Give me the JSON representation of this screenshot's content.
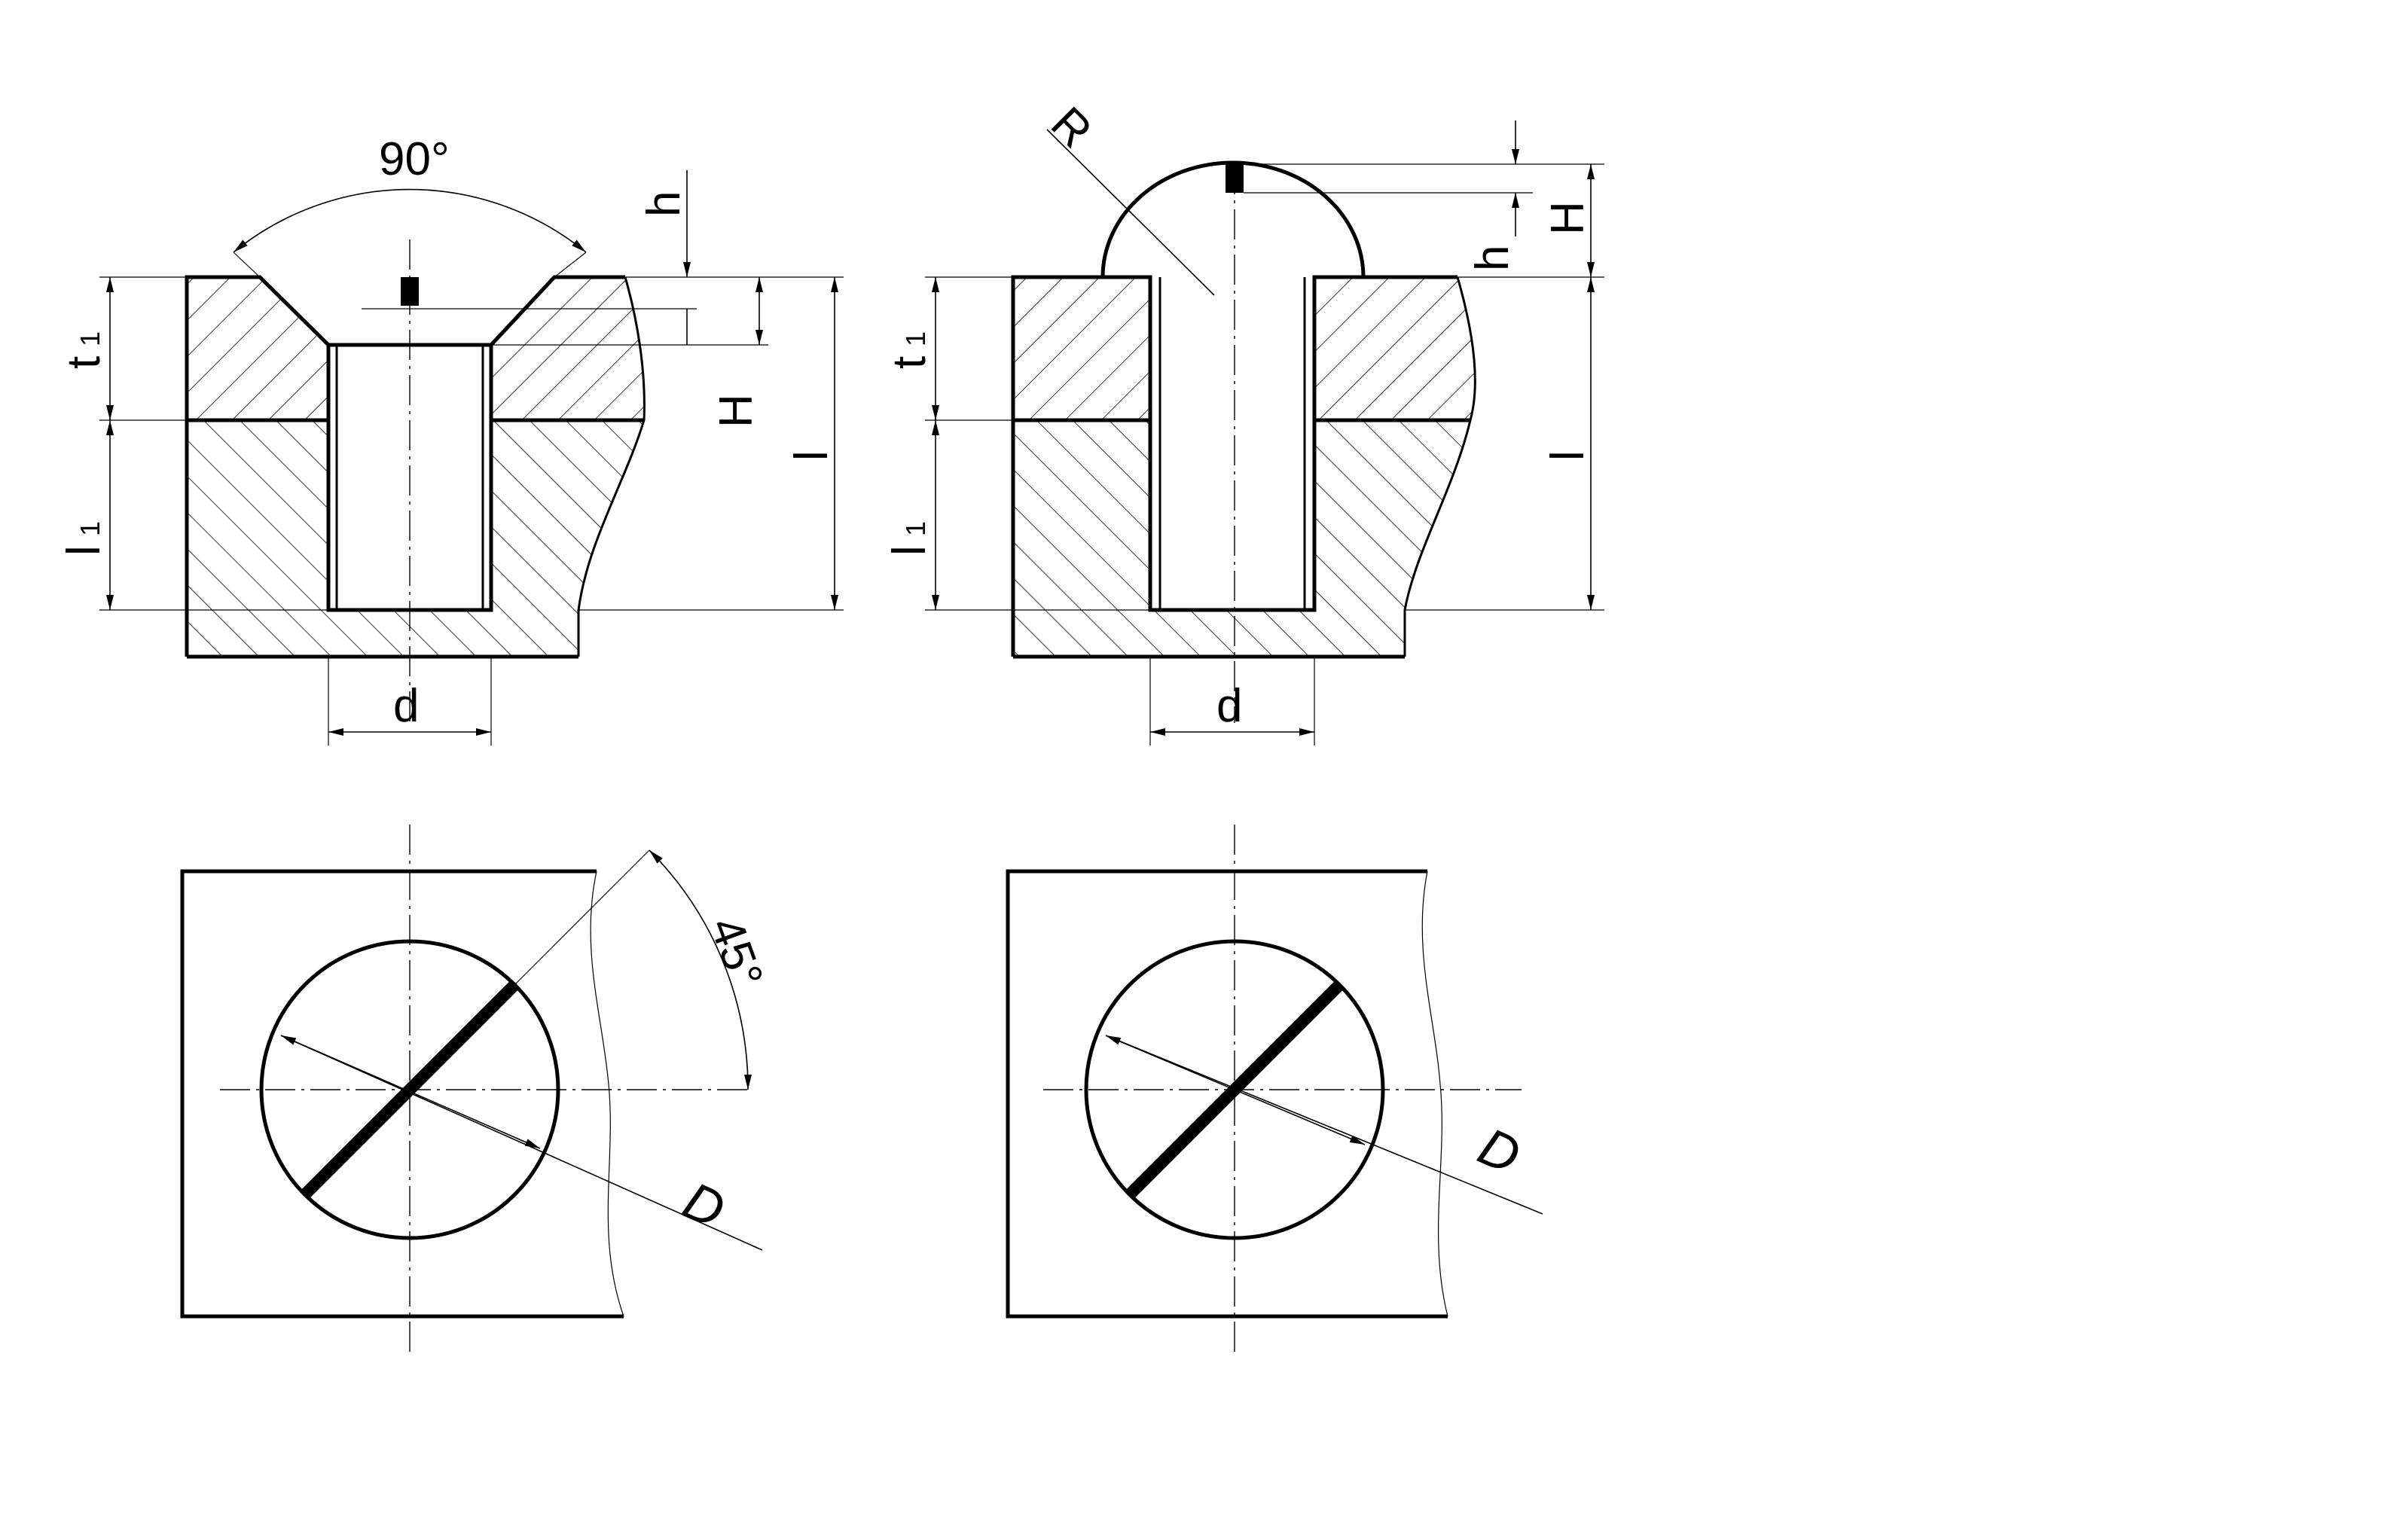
{
  "labels": {
    "angle_90": "90°",
    "angle_45": "45°",
    "h": "h",
    "H": "H",
    "l": "l",
    "t1_main": "t",
    "t1_sub": "1",
    "l1_main": "l",
    "l1_sub": "1",
    "d": "d",
    "R": "R",
    "D": "D"
  }
}
